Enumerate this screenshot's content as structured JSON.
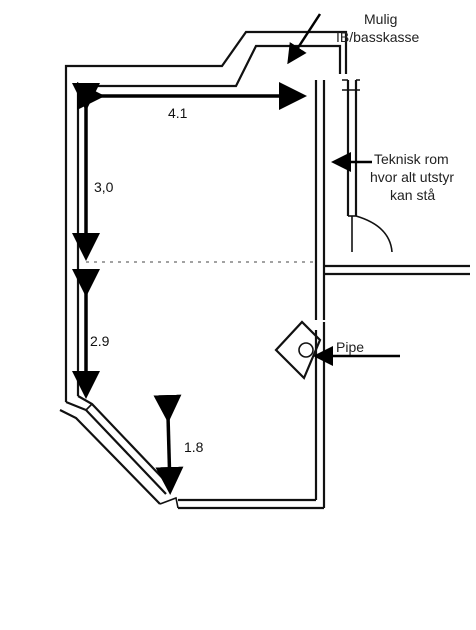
{
  "labels": {
    "ib_note_line1": "Mulig",
    "ib_note_line2": "IB/basskasse",
    "tech_note_line1": "Teknisk rom",
    "tech_note_line2": "hvor alt utstyr",
    "tech_note_line3": "kan stå",
    "pipe_note": "Pipe"
  },
  "dimensions": {
    "top_width": "4.1",
    "left_upper": "3,0",
    "left_lower": "2.9",
    "bottom_diag": "1.8"
  },
  "colors": {
    "line": "#111111",
    "background": "#ffffff"
  }
}
